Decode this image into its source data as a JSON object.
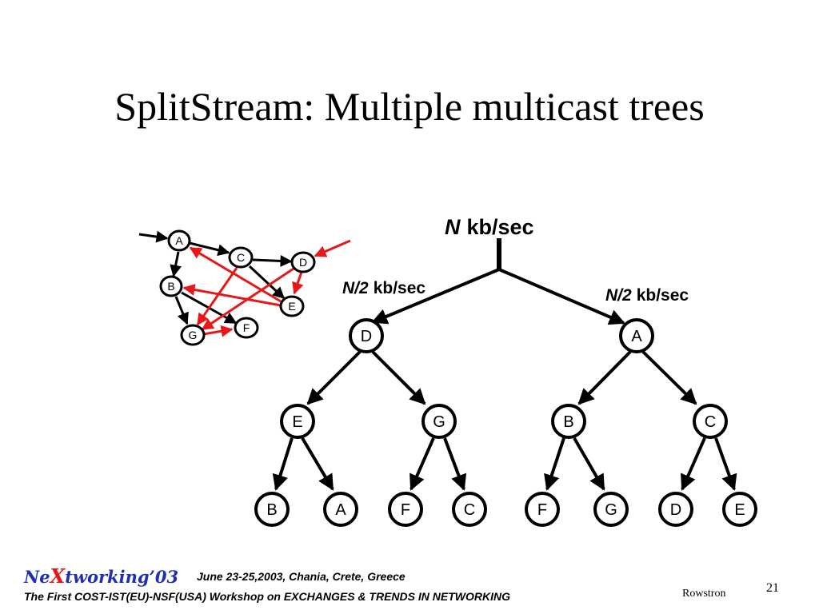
{
  "slide": {
    "title": "SplitStream: Multiple multicast trees"
  },
  "diagram": {
    "source_rate": {
      "var": "N",
      "unit": "kb/sec"
    },
    "left_rate": {
      "var": "N/2",
      "unit": "kb/sec"
    },
    "right_rate": {
      "var": "N/2",
      "unit": "kb/sec"
    },
    "tree_nodes": [
      "D",
      "A",
      "E",
      "G",
      "B",
      "C",
      "B",
      "A",
      "F",
      "C",
      "F",
      "G",
      "D",
      "E"
    ],
    "overlay_nodes": [
      "A",
      "C",
      "D",
      "B",
      "E",
      "G",
      "F"
    ],
    "colors": {
      "overlay_edge": "#e81818",
      "tree_edge": "#000000"
    }
  },
  "footer": {
    "logo_pre": "Ne",
    "logo_x": "X",
    "logo_post": "tworking’03",
    "date_place": "June 23-25,2003, Chania, Crete, Greece",
    "workshop": "The First COST-IST(EU)-NSF(USA) Workshop on EXCHANGES & TRENDS IN NETWORKING",
    "author": "Rowstron",
    "page_number": "21"
  }
}
